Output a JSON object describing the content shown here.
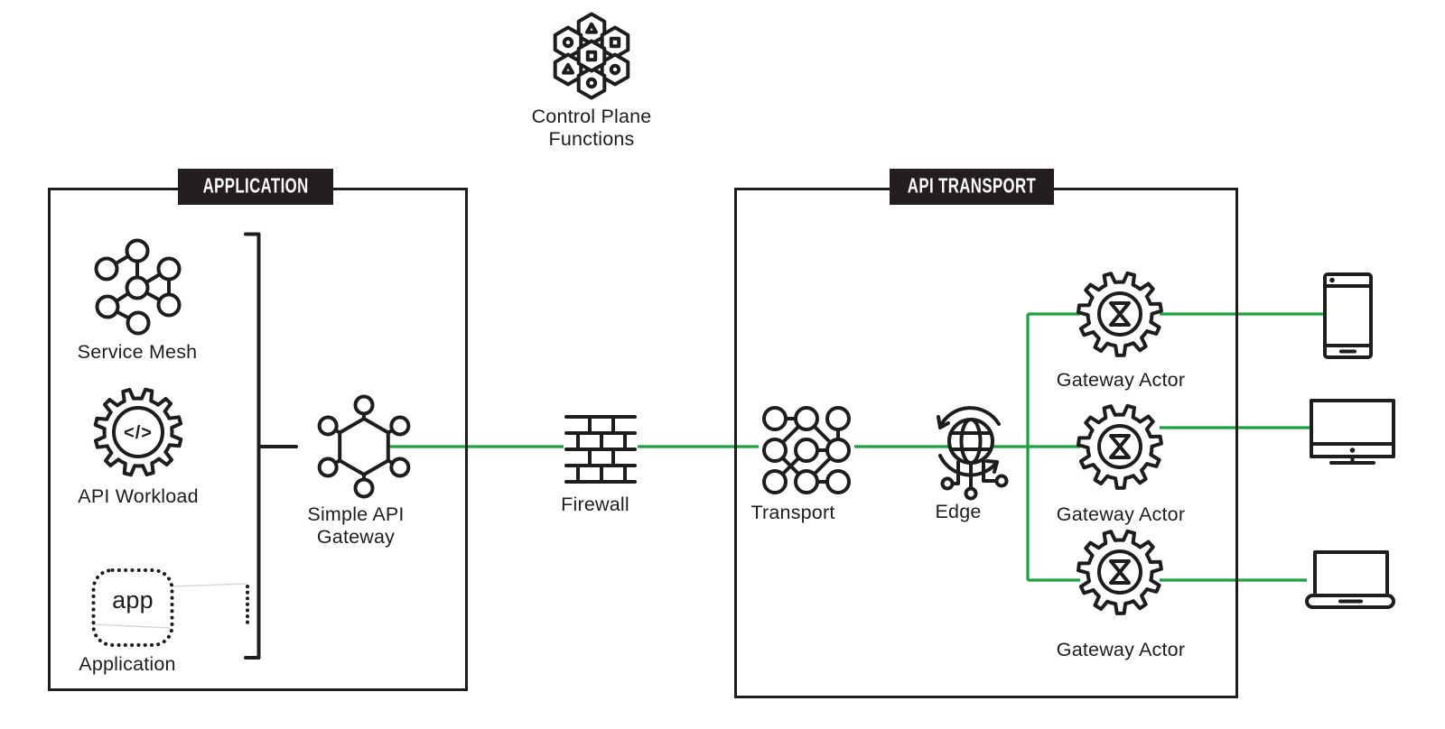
{
  "control_plane": {
    "label_line1": "Control Plane",
    "label_line2": "Functions"
  },
  "application": {
    "header": "APPLICATION",
    "service_mesh_label": "Service Mesh",
    "api_workload_label": "API Workload",
    "api_workload_glyph": "</>",
    "app_box_text": "app",
    "application_label": "Application"
  },
  "middle": {
    "simple_api_gateway_line1": "Simple API",
    "simple_api_gateway_line2": "Gateway",
    "firewall_label": "Firewall"
  },
  "api_transport": {
    "header": "API TRANSPORT",
    "transport_label": "Transport",
    "edge_label": "Edge",
    "gateway_actors": [
      {
        "label": "Gateway Actor"
      },
      {
        "label": "Gateway Actor"
      },
      {
        "label": "Gateway Actor"
      }
    ]
  },
  "icons": {
    "control_plane": "hexagon-cluster-icon",
    "service_mesh": "network-mesh-icon",
    "api_workload": "gear-code-icon",
    "application": "app-dotted-box-icon",
    "simple_api_gateway": "hexagon-nodes-icon",
    "firewall": "brick-wall-icon",
    "transport": "node-grid-icon",
    "edge": "globe-sync-icon",
    "gateway_actor": "gear-hourglass-icon",
    "devices": [
      "smartphone-icon",
      "monitor-icon",
      "laptop-icon"
    ]
  },
  "colors": {
    "connector_green": "#1aa23e",
    "ink": "#1d1d1b",
    "header_bg": "#231f20",
    "background": "#ffffff"
  }
}
